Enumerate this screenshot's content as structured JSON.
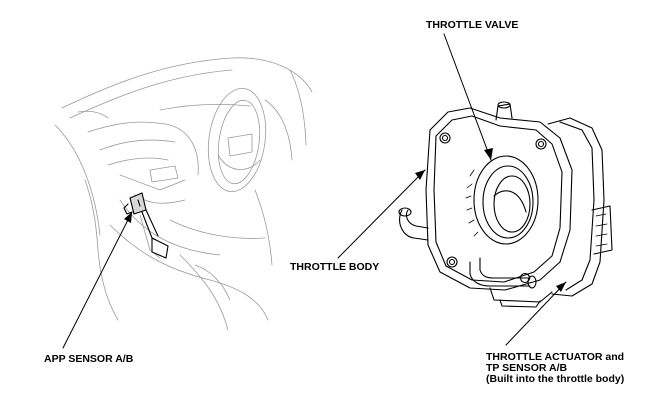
{
  "labels": {
    "throttle_valve": "THROTTLE VALVE",
    "throttle_body": "THROTTLE BODY",
    "app_sensor": "APP SENSOR A/B",
    "actuator_line1": "THROTTLE ACTUATOR and",
    "actuator_line2": "TP SENSOR A/B",
    "actuator_line3": "(Built into the throttle body)"
  }
}
